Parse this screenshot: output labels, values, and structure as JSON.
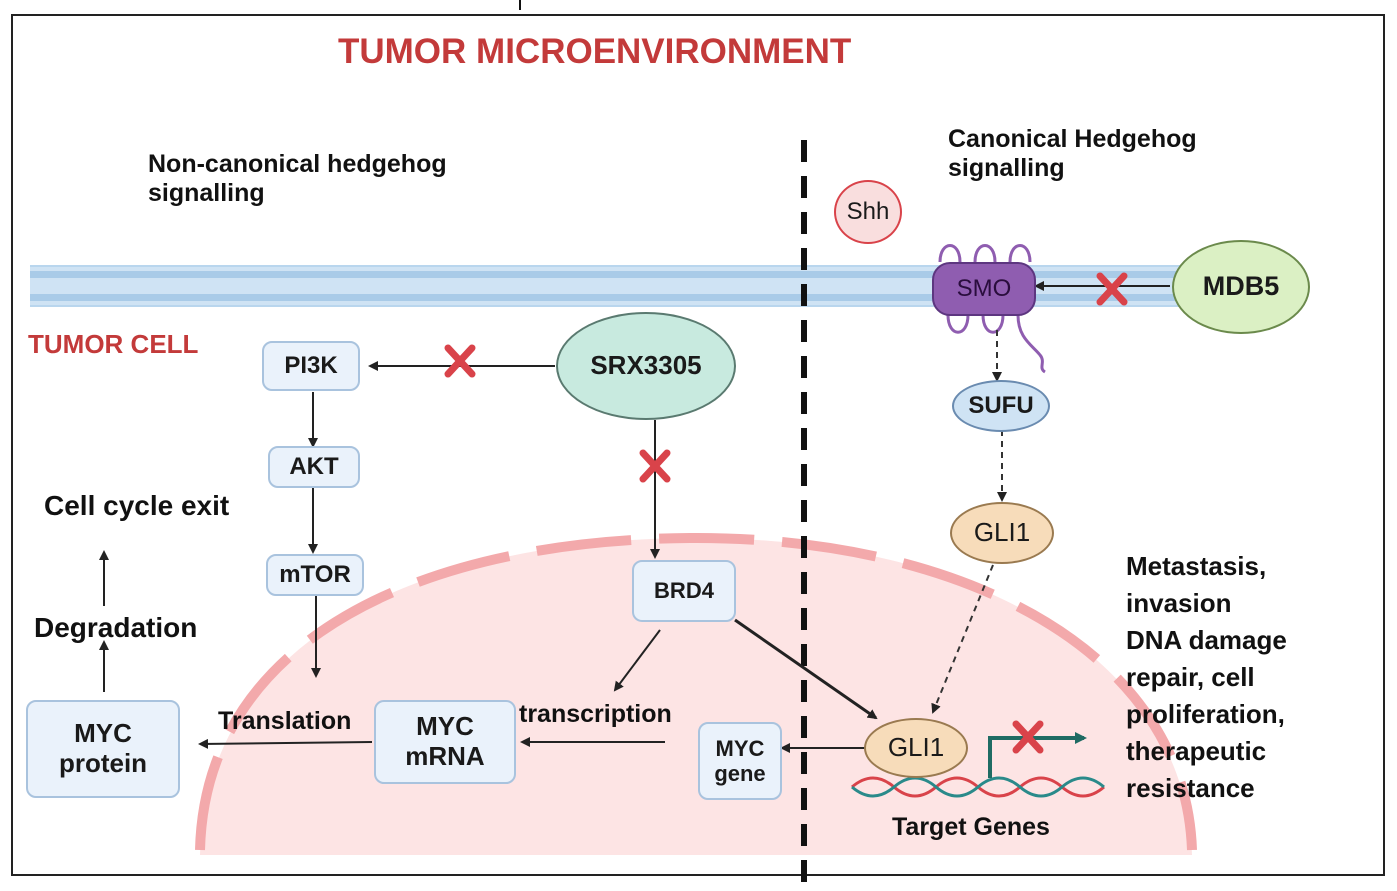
{
  "header": {
    "title": "TUMOR MICROENVIRONMENT"
  },
  "left": {
    "heading_line1": "Non-canonical hedgehog",
    "heading_line2": "signalling",
    "cell_label": "TUMOR CELL"
  },
  "right": {
    "heading_line1": "Canonical Hedgehog",
    "heading_line2": "signalling"
  },
  "nodes": {
    "pi3k": "PI3K",
    "akt": "AKT",
    "mtor": "mTOR",
    "srx": "SRX3305",
    "brd4": "BRD4",
    "myc_mrna_1": "MYC",
    "myc_mrna_2": "mRNA",
    "myc_protein_1": "MYC",
    "myc_protein_2": "protein",
    "myc_gene_1": "MYC",
    "myc_gene_2": "gene",
    "shh": "Shh",
    "smo": "SMO",
    "mdb5": "MDB5",
    "sufu": "SUFU",
    "gli1_top": "GLI1",
    "gli1_nuc": "GLI1"
  },
  "labels": {
    "cell_cycle_exit": "Cell cycle exit",
    "degradation": "Degradation",
    "translation": "Translation",
    "transcription": "transcription",
    "target_genes": "Target Genes"
  },
  "outcomes": [
    "Metastasis,",
    "invasion",
    "DNA damage",
    "repair, cell",
    "proliferation,",
    "therapeutic",
    "resistance"
  ],
  "colors": {
    "title_red": "#c33a3a",
    "inhibit_x": "#d9434a",
    "membrane": "#b9d6ee",
    "nucleus_fill": "#fde4e4",
    "nucleus_border": "#f3a9ab",
    "srx_fill": "#c8eadf",
    "mdb5_fill": "#dbf0c4",
    "gli1_fill": "#f7dcba",
    "smo_fill": "#8f5db0",
    "shh_fill": "#f9dede",
    "box_fill": "#eaf2fb"
  }
}
